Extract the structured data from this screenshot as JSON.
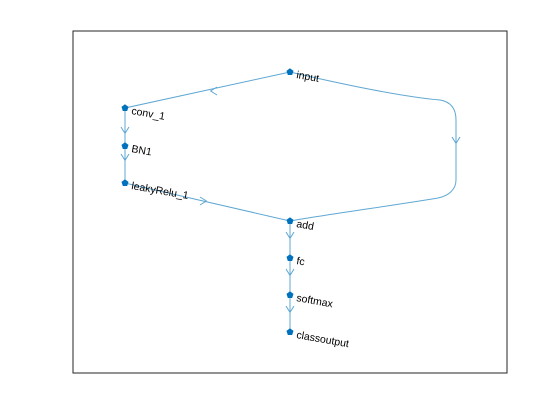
{
  "colors": {
    "edge": "#5fa8d3",
    "node": "#0072bd",
    "axes_border": "#262626",
    "background": "#ffffff"
  },
  "graph": {
    "nodes": [
      {
        "id": "input",
        "label": "input"
      },
      {
        "id": "conv_1",
        "label": "conv_1"
      },
      {
        "id": "BN1",
        "label": "BN1"
      },
      {
        "id": "leakyRelu_1",
        "label": "leakyRelu_1"
      },
      {
        "id": "add",
        "label": "add"
      },
      {
        "id": "fc",
        "label": "fc"
      },
      {
        "id": "softmax",
        "label": "softmax"
      },
      {
        "id": "classoutput",
        "label": "classoutput"
      }
    ],
    "edges": [
      {
        "from": "input",
        "to": "conv_1"
      },
      {
        "from": "conv_1",
        "to": "BN1"
      },
      {
        "from": "BN1",
        "to": "leakyRelu_1"
      },
      {
        "from": "leakyRelu_1",
        "to": "add"
      },
      {
        "from": "input",
        "to": "add"
      },
      {
        "from": "add",
        "to": "fc"
      },
      {
        "from": "fc",
        "to": "softmax"
      },
      {
        "from": "softmax",
        "to": "classoutput"
      }
    ]
  }
}
